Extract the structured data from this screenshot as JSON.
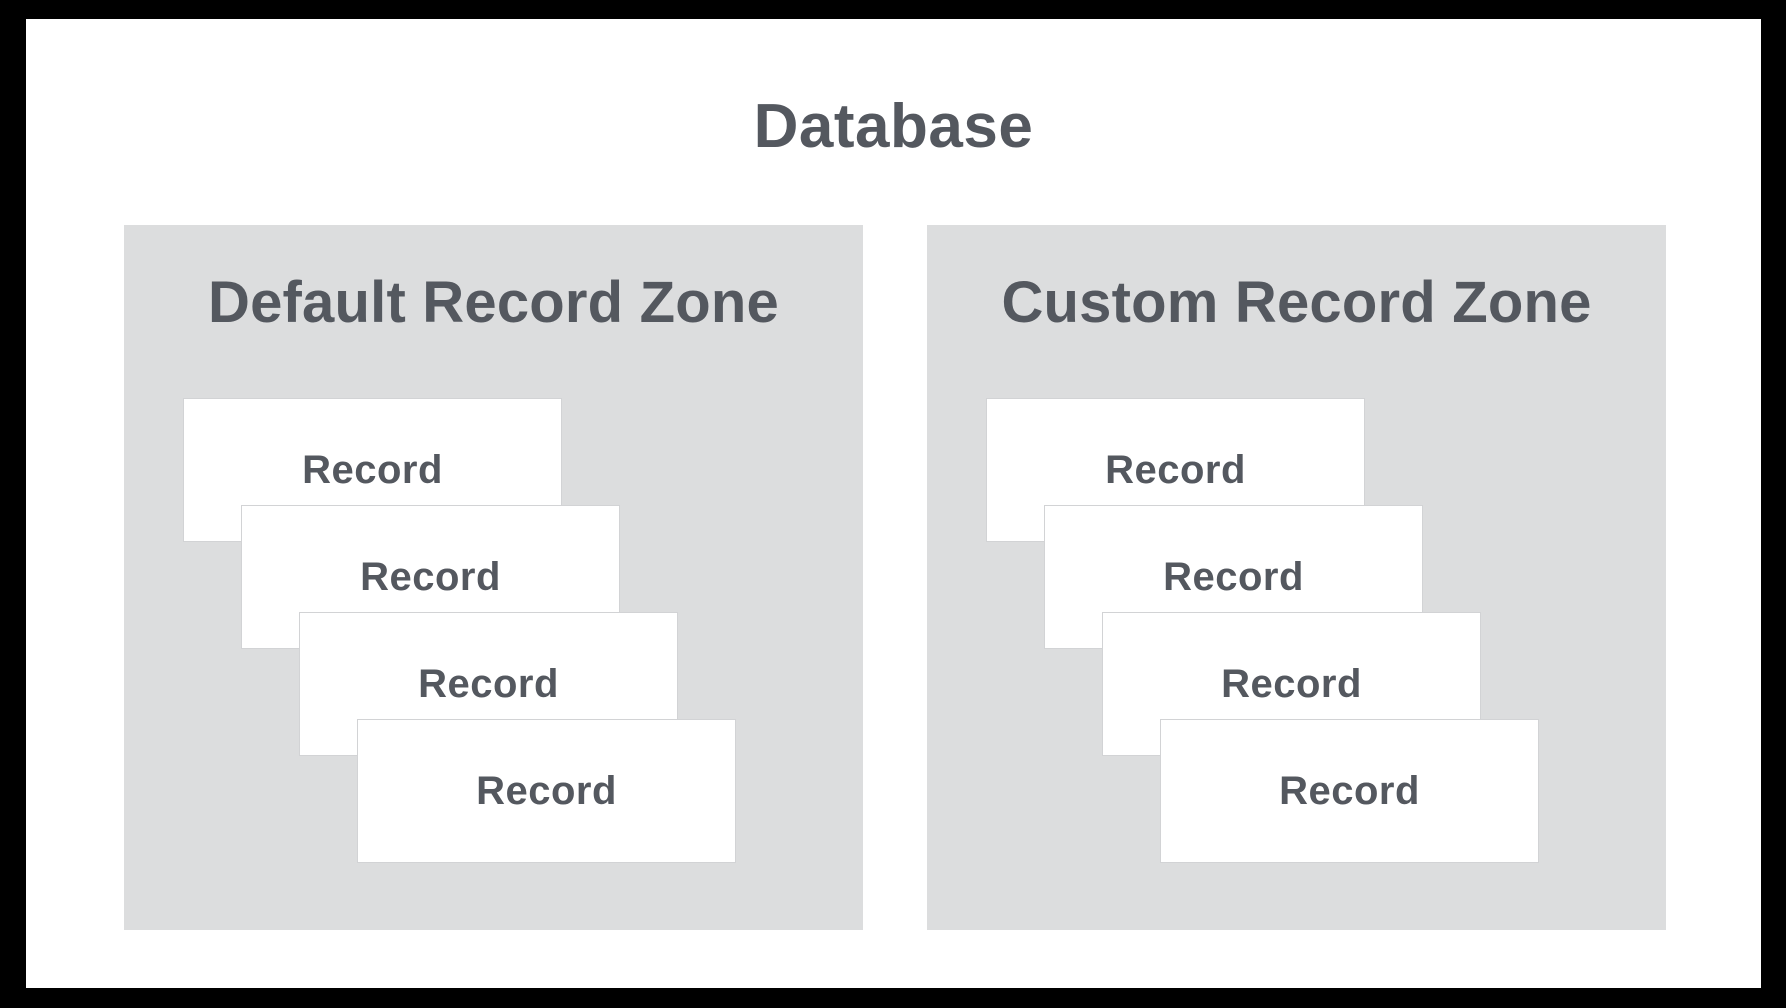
{
  "title": "Database",
  "colors": {
    "background": "#000000",
    "canvas": "#ffffff",
    "zone_fill": "#dcddde",
    "text": "#54585f",
    "card_fill": "#ffffff",
    "card_border": "#d2d3d5"
  },
  "zones": [
    {
      "title": "Default Record Zone",
      "records": [
        "Record",
        "Record",
        "Record",
        "Record"
      ]
    },
    {
      "title": "Custom Record Zone",
      "records": [
        "Record",
        "Record",
        "Record",
        "Record"
      ]
    }
  ]
}
